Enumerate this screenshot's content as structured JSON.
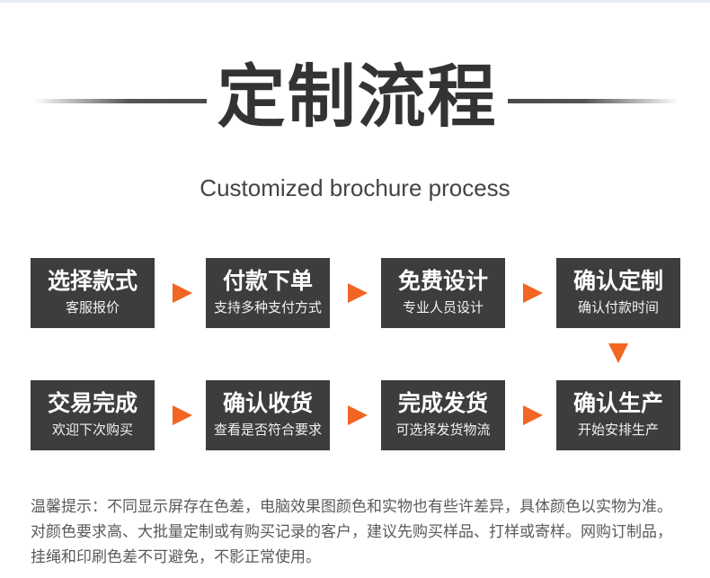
{
  "header": {
    "title": "定制流程",
    "subtitle": "Customized brochure process"
  },
  "steps": [
    {
      "title": "选择款式",
      "sub": "客服报价"
    },
    {
      "title": "付款下单",
      "sub": "支持多种支付方式"
    },
    {
      "title": "免费设计",
      "sub": "专业人员设计"
    },
    {
      "title": "确认定制",
      "sub": "确认付款时间"
    },
    {
      "title": "交易完成",
      "sub": "欢迎下次购买"
    },
    {
      "title": "确认收货",
      "sub": "查看是否符合要求"
    },
    {
      "title": "完成发货",
      "sub": "可选择发货物流"
    },
    {
      "title": "确认生产",
      "sub": "开始安排生产"
    }
  ],
  "colors": {
    "box": "#3d3d3d",
    "arrow": "#f26522",
    "text": "#333333"
  },
  "note": "温馨提示：不同显示屏存在色差，电脑效果图颜色和实物也有些许差异，具体颜色以实物为准。对颜色要求高、大批量定制或有购买记录的客户，建议先购买样品、打样或寄样。网购订制品，挂绳和印刷色差不可避免，不影正常使用。"
}
